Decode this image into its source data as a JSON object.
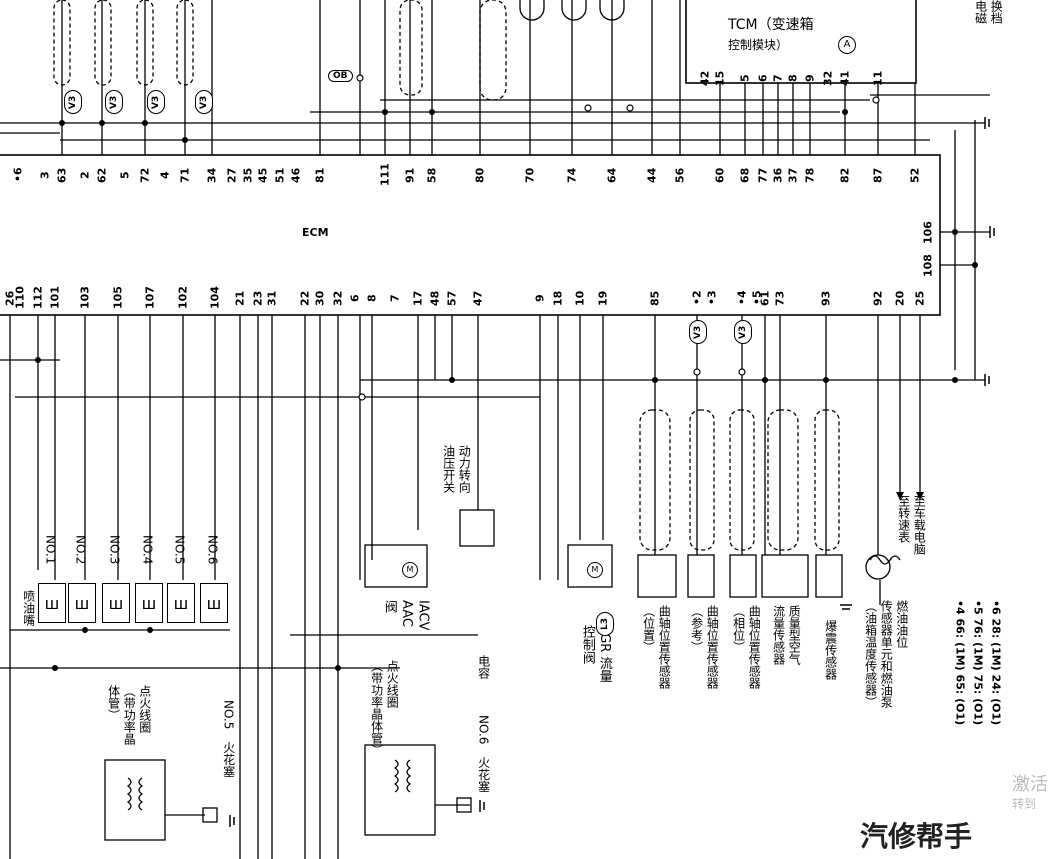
{
  "ecm": {
    "label": "ECM"
  },
  "tcm": {
    "label": "TCM（变速箱",
    "sub": "控制模块）",
    "badge": "A"
  },
  "top_partial": "换档\n电磁",
  "top_pins": [
    "•6",
    "3",
    "63",
    "2",
    "62",
    "5",
    "72",
    "4",
    "71",
    "34",
    "27",
    "35",
    "45",
    "51",
    "46",
    "81",
    "111",
    "91",
    "58",
    "80",
    "70",
    "74",
    "64",
    "44",
    "56",
    "60",
    "68",
    "77",
    "36",
    "37",
    "78",
    "82",
    "87",
    "52"
  ],
  "tcm_pins": [
    "42",
    "15",
    "5",
    "6",
    "7",
    "8",
    "9",
    "32",
    "41",
    "11"
  ],
  "bottom_pins": [
    "26",
    "110",
    "112",
    "101",
    "103",
    "105",
    "107",
    "102",
    "104",
    "21",
    "23",
    "31",
    "22",
    "30",
    "32",
    "6",
    "8",
    "7",
    "17",
    "48",
    "57",
    "47",
    "9",
    "18",
    "10",
    "19",
    "85",
    "•2",
    "•3",
    "•4",
    "•5",
    "61",
    "73",
    "93",
    "92",
    "20",
    "25"
  ],
  "right_pins": [
    "106",
    "108"
  ],
  "injectors": {
    "title": "喷油嘴",
    "items": [
      "NO.1",
      "NO.2",
      "NO.3",
      "NO.4",
      "NO.5",
      "NO.6"
    ]
  },
  "labels": {
    "power_steering": "动力转向\n油压开关",
    "iacv": "IACV\nAAC\n阀",
    "egr": "EGR 流量\n控制阀",
    "egr_badge": "L3",
    "crank_pos": "曲轴位置传感器\n（位置）",
    "crank_ref": "曲轴位置传感器\n（参考）",
    "crank_phase": "曲轴位置传感器\n（相位）",
    "maf": "质量型空气\n流量传感器",
    "knock": "爆震传感器",
    "fuel_level": "燃油油位\n传感器单元和燃油泵\n（油箱温度传感器）",
    "to_computer": "至车载电脑\n至转速表",
    "ign5": "点火线圈\n（带功率晶\n体管）",
    "spark5": "NO.5　火花塞",
    "ign6": "点火线圈\n（带功率晶体管）",
    "spark6": "NO.6　火花塞",
    "capacitor": "电容",
    "v3": "V3",
    "ob": "OB"
  },
  "notes": [
    "•4 66: (1M)  65: (O1)",
    "•5 76: (1M)  75: (O1)",
    "•6 28: (1M)  24: (O1)"
  ],
  "watermark": {
    "line1": "激活",
    "line2": "转到"
  },
  "brand": "汽修帮手"
}
